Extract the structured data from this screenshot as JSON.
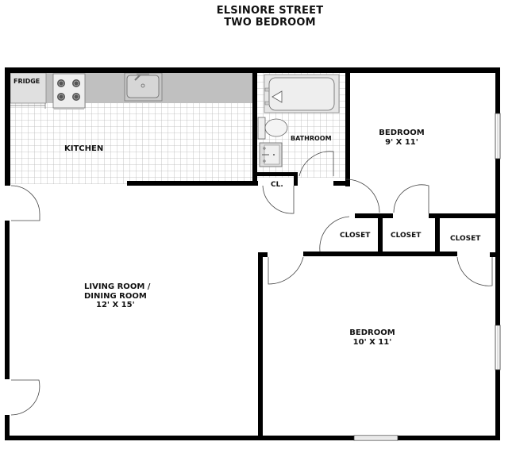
{
  "header": {
    "title": "ELSINORE STREET",
    "subtitle": "TWO BEDROOM"
  },
  "colors": {
    "wall": "#000000",
    "counter": "#c0c0c0",
    "fixture_fill": "#eeeeee",
    "tile_line": "#b8b8b8",
    "background": "#ffffff"
  },
  "rooms": {
    "fridge": {
      "label": "FRIDGE"
    },
    "kitchen": {
      "label": "KITCHEN"
    },
    "bathroom": {
      "label": "BATHROOM"
    },
    "bedroom1": {
      "label": "BEDROOM",
      "size": "9' X 11'"
    },
    "linen_closet": {
      "label": "CL."
    },
    "closet1": {
      "label": "CLOSET"
    },
    "closet2": {
      "label": "CLOSET"
    },
    "closet3": {
      "label": "CLOSET"
    },
    "living": {
      "label_line1": "LIVING ROOM /",
      "label_line2": "DINING ROOM",
      "size": "12' X 15'"
    },
    "bedroom2": {
      "label": "BEDROOM",
      "size": "10' X 11'"
    }
  }
}
